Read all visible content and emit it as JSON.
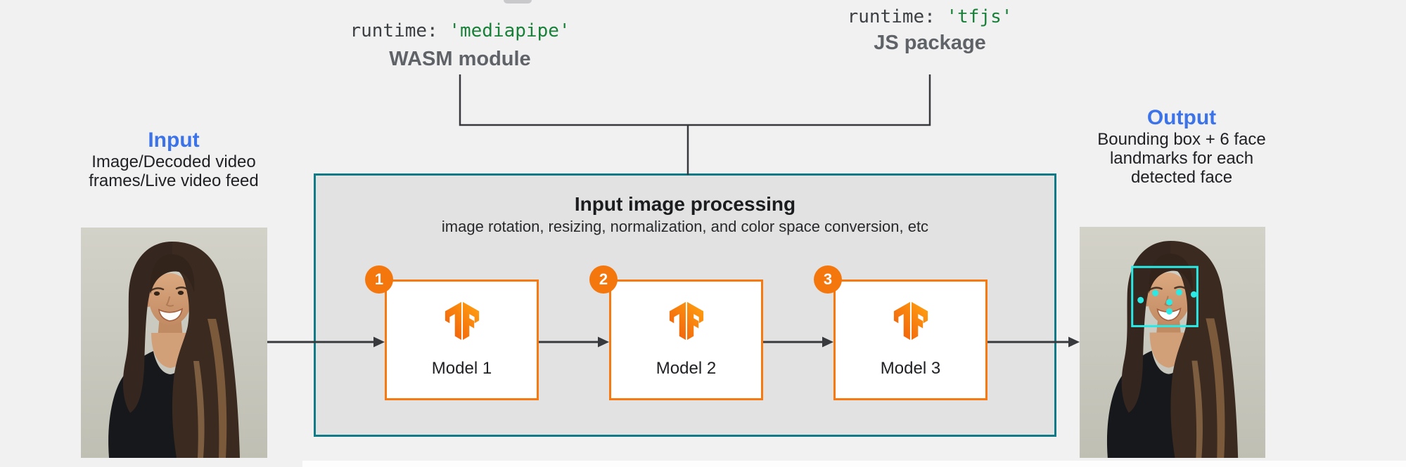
{
  "palette": {
    "background": "#F1F1F2",
    "accent_blue": "#3C73E9",
    "accent_teal": "#117A87",
    "accent_orange": "#F8790F",
    "circle_orange": "#F4770E",
    "code_green": "#188038",
    "code_gray": "#3C4043",
    "caption_gray": "#5F6368",
    "landmark_cyan": "#2BE9E4",
    "line_dark": "#37393C",
    "box_fill_gray": "#E2E2E3"
  },
  "runtime_labels": [
    {
      "code_key": "runtime: ",
      "code_value": "'mediapipe'",
      "caption": "WASM module"
    },
    {
      "code_key": "runtime: ",
      "code_value": "'tfjs'",
      "caption": "JS package"
    }
  ],
  "input": {
    "title": "Input",
    "lines": [
      "Image/Decoded video",
      "frames/Live video feed"
    ]
  },
  "output": {
    "title": "Output",
    "lines": [
      "Bounding box + 6 face",
      "landmarks for each",
      "detected face"
    ]
  },
  "processing": {
    "title": "Input image processing",
    "subtitle": "image rotation, resizing, normalization, and color space conversion, etc"
  },
  "models": [
    {
      "number": "1",
      "label": "Model 1"
    },
    {
      "number": "2",
      "label": "Model 2"
    },
    {
      "number": "3",
      "label": "Model 3"
    }
  ],
  "icons": {
    "model_logo": "tensorflow-icon",
    "output_overlay": "face-bounding-box-with-6-landmarks"
  }
}
